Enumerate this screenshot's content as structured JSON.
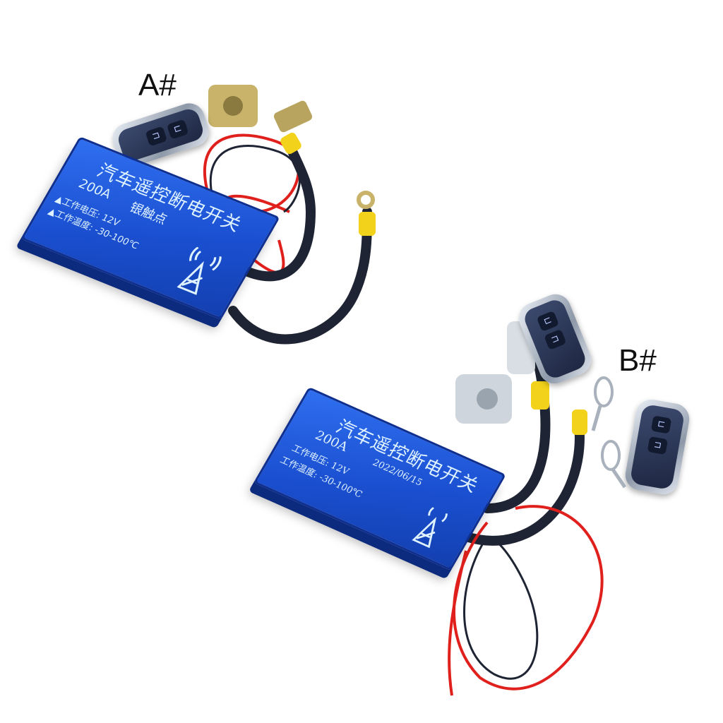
{
  "labels": {
    "a": "A#",
    "b": "B#"
  },
  "product_a": {
    "title": "汽车遥控断电开关",
    "current": "200A",
    "contact": "银触点",
    "voltage": "▲工作电压: 12V",
    "temperature": "▲工作温度: -30-100℃",
    "remote_buttons": [
      "unlock",
      "lock"
    ]
  },
  "product_b": {
    "title": "汽车遥控断电开关",
    "current": "200A",
    "date": "2022/06/15",
    "voltage": "工作电压: 12V",
    "temperature": "工作温度: -30-100℃",
    "remote_count": 2,
    "remote_buttons": [
      "lock",
      "unlock"
    ]
  },
  "colors": {
    "box_blue": "#1f55d8",
    "text_white": "#dff2ff",
    "cable_black": "#1e2433",
    "wire_red": "#e0201c",
    "insulator_yellow": "#f2d21a",
    "terminal_brass": "#c9b36a"
  }
}
